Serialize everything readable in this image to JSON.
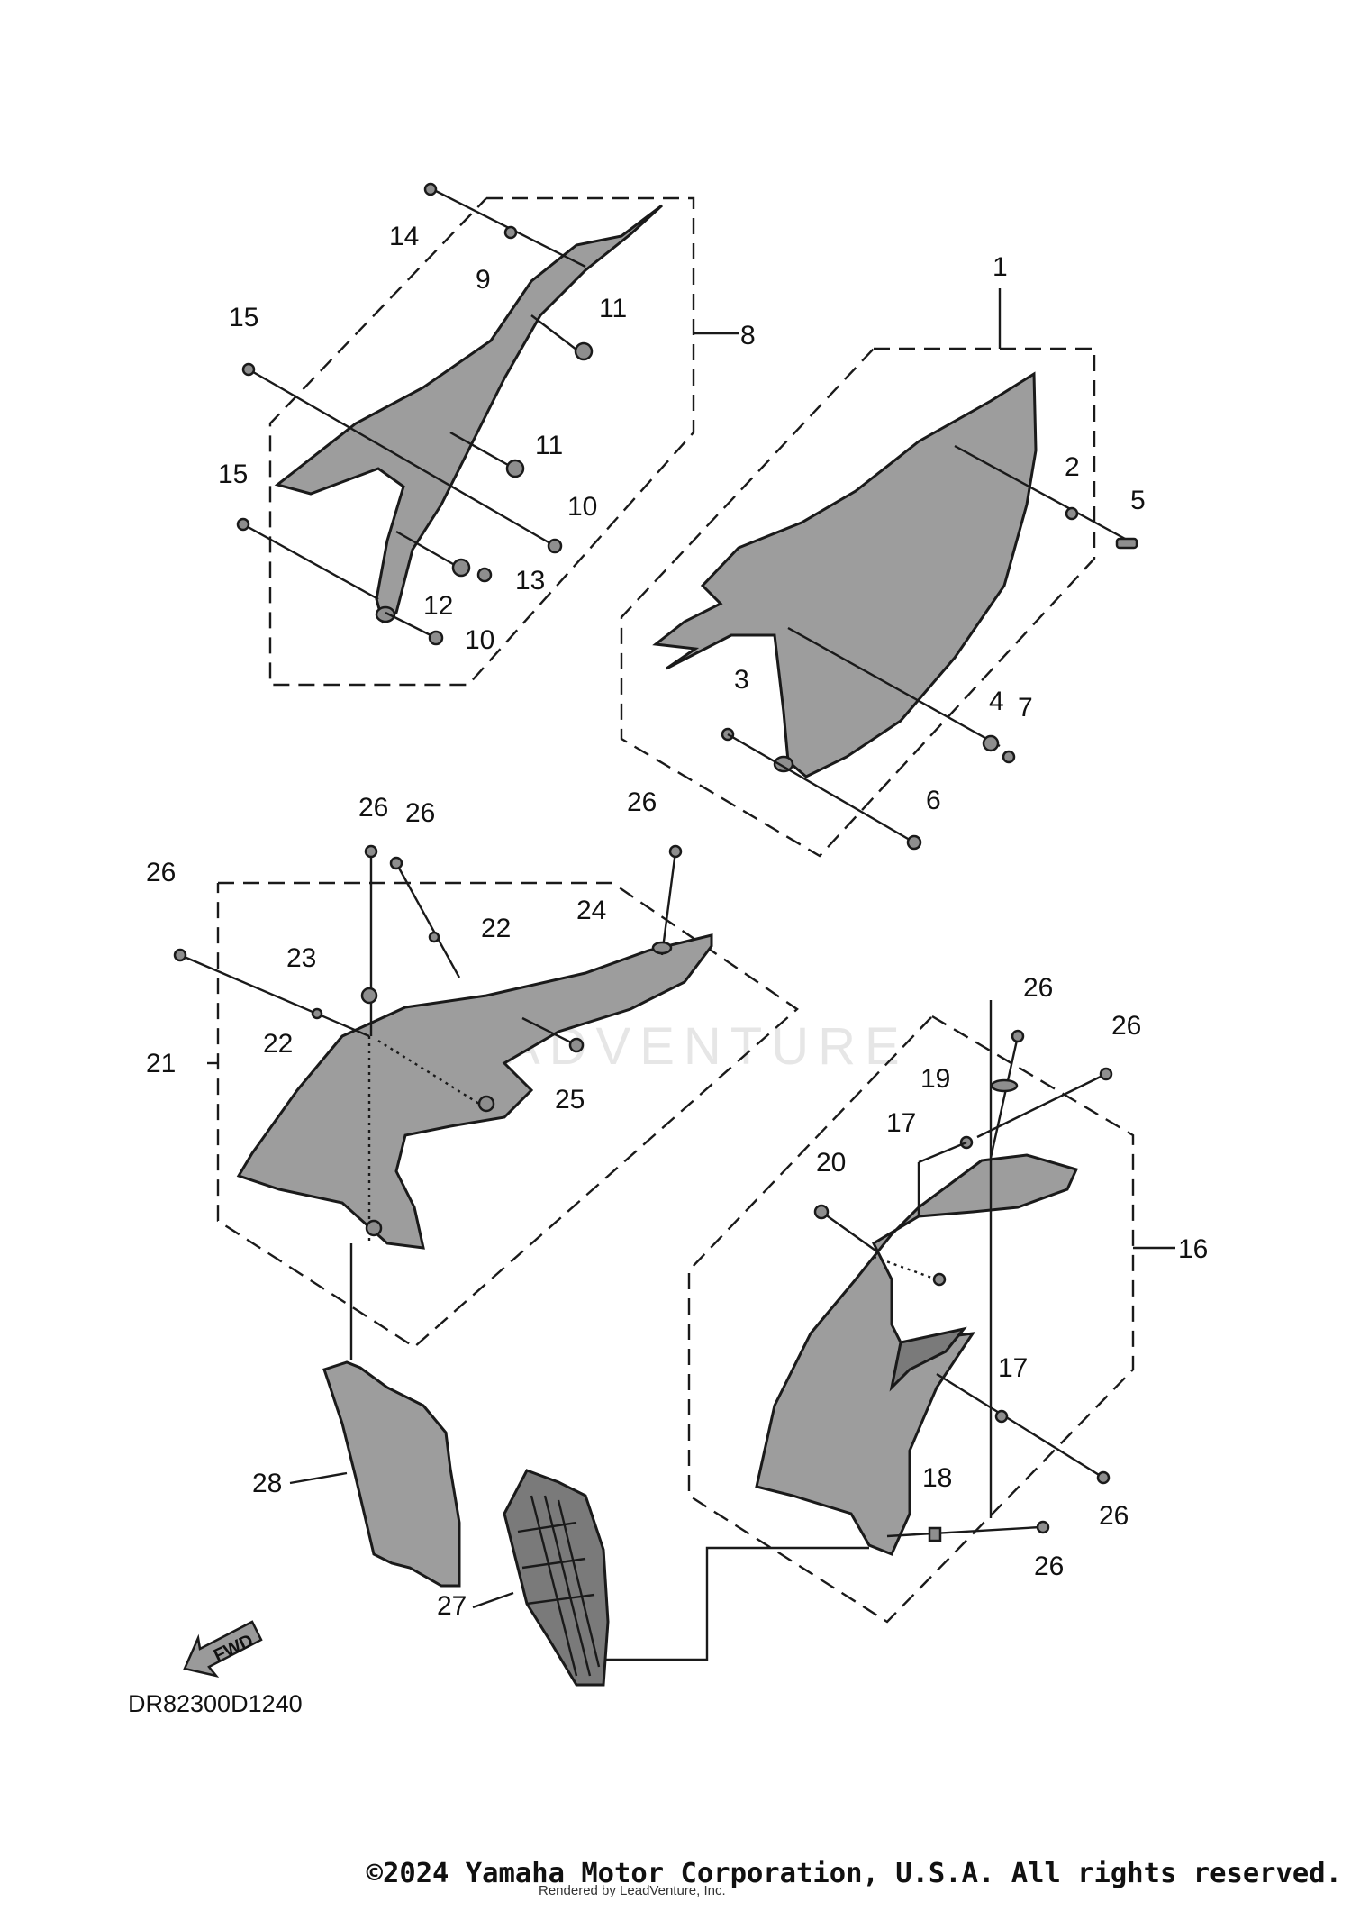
{
  "callouts": {
    "c1": "1",
    "c2": "2",
    "c3": "3",
    "c4": "4",
    "c5": "5",
    "c6": "6",
    "c7": "7",
    "c8": "8",
    "c9": "9",
    "c10a": "10",
    "c10b": "10",
    "c11a": "11",
    "c11b": "11",
    "c12": "12",
    "c13": "13",
    "c14": "14",
    "c15a": "15",
    "c15b": "15",
    "c16": "16",
    "c17a": "17",
    "c17b": "17",
    "c18": "18",
    "c19": "19",
    "c20": "20",
    "c21": "21",
    "c22a": "22",
    "c22b": "22",
    "c23": "23",
    "c24": "24",
    "c25": "25",
    "c26a": "26",
    "c26b": "26",
    "c26c": "26",
    "c26d": "26",
    "c26e": "26",
    "c26f": "26",
    "c26g": "26",
    "c27": "27",
    "c28": "28"
  },
  "fwd_label": "FWD",
  "diagram_code": "DR82300D1240",
  "watermark": "LEADVENTURE",
  "copyright": "©2024 Yamaha Motor Corporation, U.S.A. All rights reserved.",
  "rendered_by": "Rendered by LeadVenture, Inc."
}
